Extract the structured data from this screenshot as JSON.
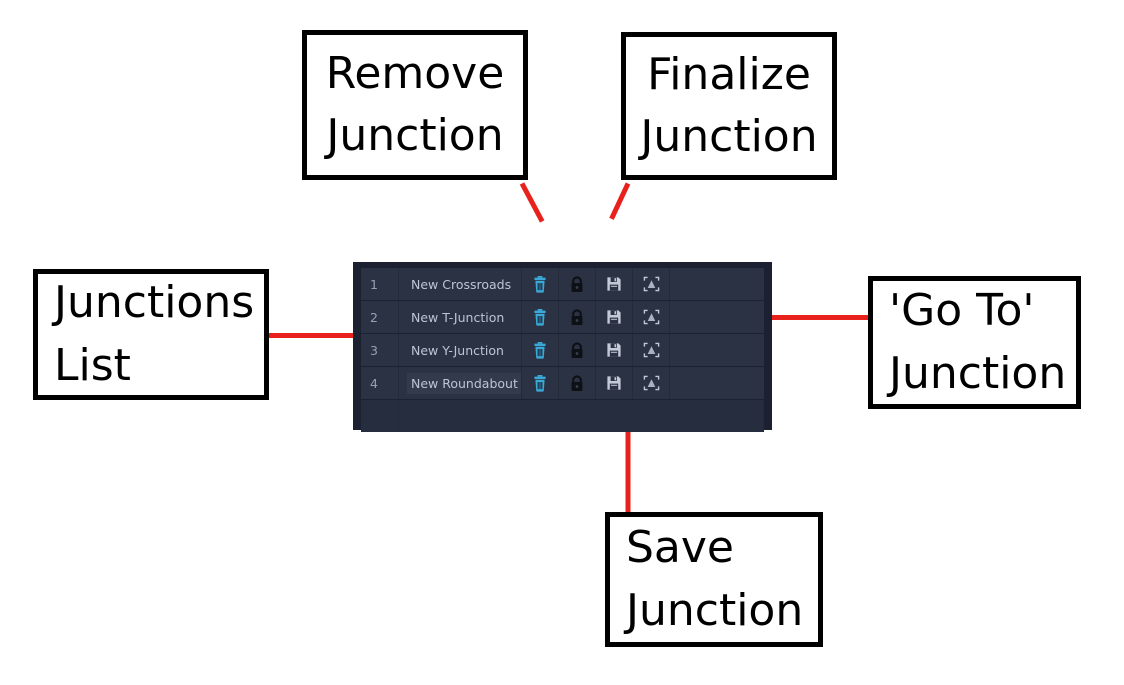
{
  "panel": {
    "name": "junctions-list-panel",
    "background_color": "#1b2130",
    "row_color": "#2a3244",
    "columns": [
      "index",
      "name",
      "remove",
      "finalize",
      "save",
      "goto"
    ],
    "rows": [
      {
        "index": "1",
        "name": "New Crossroads",
        "hovered": false
      },
      {
        "index": "2",
        "name": "New T-Junction",
        "hovered": false
      },
      {
        "index": "3",
        "name": "New Y-Junction",
        "hovered": false
      },
      {
        "index": "4",
        "name": "New Roundabout",
        "hovered": true
      }
    ],
    "icons": {
      "remove": {
        "name": "trash-icon",
        "color": "#3aa9d8"
      },
      "finalize": {
        "name": "lock-icon",
        "color": "#0d1116"
      },
      "save": {
        "name": "floppy-disk-icon",
        "color": "#c3c9d6"
      },
      "goto": {
        "name": "goto-target-icon",
        "color": "#c3c9d6"
      }
    }
  },
  "annotations": {
    "accent_color": "#e8211d",
    "remove": {
      "line1": "Remove",
      "line2": "Junction"
    },
    "finalize": {
      "line1": "Finalize",
      "line2": "Junction"
    },
    "list": {
      "line1": "Junctions",
      "line2": "List"
    },
    "goto": {
      "line1": "'Go To'",
      "line2": "Junction"
    },
    "save": {
      "line1": "Save",
      "line2": "Junction"
    }
  }
}
